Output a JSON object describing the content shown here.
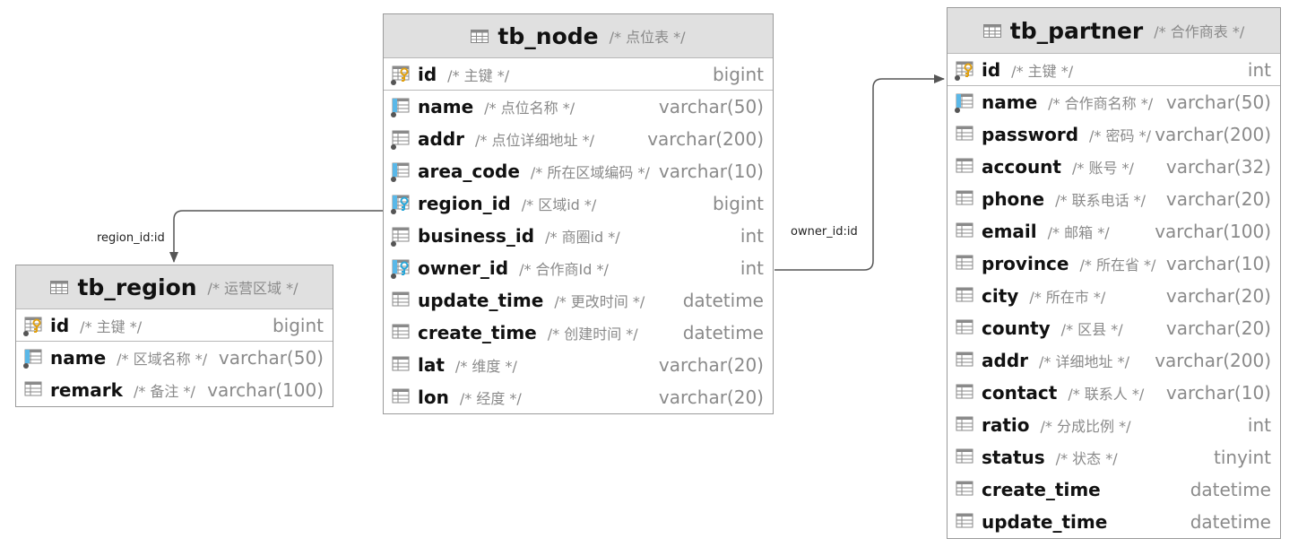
{
  "colors": {
    "header_bg": "#e0e0e0",
    "border": "#9a9a9a",
    "pk_key": "#e0a010",
    "fk_key": "#2aa7d8",
    "index_bar": "#5ab8e8",
    "link": "#555555"
  },
  "tables": {
    "tb_node": {
      "name": "tb_node",
      "comment": "/* 点位表 */",
      "columns": [
        {
          "name": "id",
          "comment": "/* 主键 */",
          "type": "bigint",
          "icon": "pk-key-icon"
        },
        {
          "name": "name",
          "comment": "/* 点位名称 */",
          "type": "varchar(50)",
          "icon": "indexed-column-icon"
        },
        {
          "name": "addr",
          "comment": "/* 点位详细地址 */",
          "type": "varchar(200)",
          "icon": "not-null-column-icon"
        },
        {
          "name": "area_code",
          "comment": "/* 所在区域编码 */",
          "type": "varchar(10)",
          "icon": "indexed-column-icon"
        },
        {
          "name": "region_id",
          "comment": "/* 区域id */",
          "type": "bigint",
          "icon": "fk-key-icon"
        },
        {
          "name": "business_id",
          "comment": "/* 商圈id */",
          "type": "int",
          "icon": "not-null-column-icon"
        },
        {
          "name": "owner_id",
          "comment": "/* 合作商Id */",
          "type": "int",
          "icon": "fk-key-icon"
        },
        {
          "name": "update_time",
          "comment": "/* 更改时间 */",
          "type": "datetime",
          "icon": "column-icon"
        },
        {
          "name": "create_time",
          "comment": "/* 创建时间 */",
          "type": "datetime",
          "icon": "column-icon"
        },
        {
          "name": "lat",
          "comment": "/* 维度 */",
          "type": "varchar(20)",
          "icon": "column-icon"
        },
        {
          "name": "lon",
          "comment": "/* 经度 */",
          "type": "varchar(20)",
          "icon": "column-icon"
        }
      ]
    },
    "tb_region": {
      "name": "tb_region",
      "comment": "/* 运营区域 */",
      "columns": [
        {
          "name": "id",
          "comment": "/* 主键 */",
          "type": "bigint",
          "icon": "pk-key-icon"
        },
        {
          "name": "name",
          "comment": "/* 区域名称 */",
          "type": "varchar(50)",
          "icon": "indexed-column-icon"
        },
        {
          "name": "remark",
          "comment": "/* 备注 */",
          "type": "varchar(100)",
          "icon": "column-icon"
        }
      ]
    },
    "tb_partner": {
      "name": "tb_partner",
      "comment": "/* 合作商表 */",
      "columns": [
        {
          "name": "id",
          "comment": "/* 主键 */",
          "type": "int",
          "icon": "pk-key-icon"
        },
        {
          "name": "name",
          "comment": "/* 合作商名称 */",
          "type": "varchar(50)",
          "icon": "indexed-column-icon"
        },
        {
          "name": "password",
          "comment": "/* 密码 */",
          "type": "varchar(200)",
          "icon": "column-icon"
        },
        {
          "name": "account",
          "comment": "/* 账号 */",
          "type": "varchar(32)",
          "icon": "column-icon"
        },
        {
          "name": "phone",
          "comment": "/* 联系电话 */",
          "type": "varchar(20)",
          "icon": "column-icon"
        },
        {
          "name": "email",
          "comment": "/* 邮箱 */",
          "type": "varchar(100)",
          "icon": "column-icon"
        },
        {
          "name": "province",
          "comment": "/* 所在省 */",
          "type": "varchar(10)",
          "icon": "column-icon"
        },
        {
          "name": "city",
          "comment": "/* 所在市 */",
          "type": "varchar(20)",
          "icon": "column-icon"
        },
        {
          "name": "county",
          "comment": "/* 区县 */",
          "type": "varchar(20)",
          "icon": "column-icon"
        },
        {
          "name": "addr",
          "comment": "/* 详细地址 */",
          "type": "varchar(200)",
          "icon": "column-icon"
        },
        {
          "name": "contact",
          "comment": "/* 联系人 */",
          "type": "varchar(10)",
          "icon": "column-icon"
        },
        {
          "name": "ratio",
          "comment": "/* 分成比例 */",
          "type": "int",
          "icon": "column-icon"
        },
        {
          "name": "status",
          "comment": "/* 状态 */",
          "type": "tinyint",
          "icon": "column-icon"
        },
        {
          "name": "create_time",
          "comment": "",
          "type": "datetime",
          "icon": "column-icon"
        },
        {
          "name": "update_time",
          "comment": "",
          "type": "datetime",
          "icon": "column-icon"
        }
      ]
    }
  },
  "links": [
    {
      "label": "region_id:id",
      "from": "tb_node.region_id",
      "to": "tb_region.id"
    },
    {
      "label": "owner_id:id",
      "from": "tb_node.owner_id",
      "to": "tb_partner.id"
    }
  ]
}
